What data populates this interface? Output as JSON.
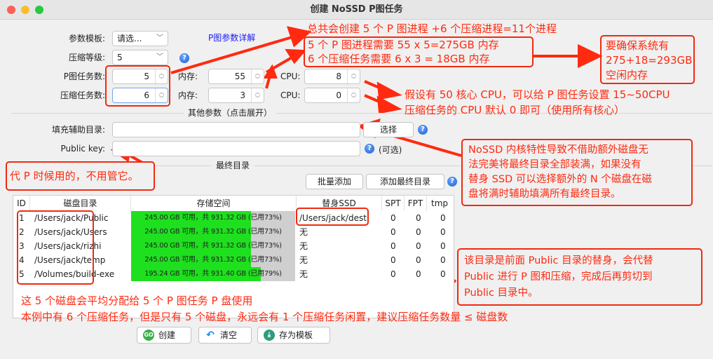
{
  "window": {
    "title": "创建 NoSSD P图任务"
  },
  "form": {
    "template_label": "参数模板:",
    "template_value": "请选...",
    "params_link": "P图参数详解",
    "compress_level_label": "压缩等级:",
    "compress_level_value": "5",
    "plot_tasks_label": "P图任务数:",
    "plot_tasks_value": "5",
    "plot_mem_label": "内存:",
    "plot_mem_value": "55",
    "plot_cpu_label": "CPU:",
    "plot_cpu_value": "8",
    "compress_tasks_label": "压缩任务数:",
    "compress_tasks_value": "6",
    "compress_mem_label": "内存:",
    "compress_mem_value": "3",
    "compress_cpu_label": "CPU:",
    "compress_cpu_value": "0",
    "other_params_title": "其他参数（点击展开）",
    "fill_dir_label": "填充辅助目录:",
    "fill_dir_value": "",
    "select_button": "选择",
    "public_key_label": "Public key:",
    "public_key_value": "",
    "optional": "(可选)",
    "final_dir_title": "最终目录",
    "batch_add_button": "批量添加",
    "add_final_button": "添加最终目录"
  },
  "table": {
    "columns": [
      "ID",
      "磁盘目录",
      "存储空间",
      "替身SSD",
      "SPT",
      "FPT",
      "tmp"
    ],
    "rows": [
      {
        "id": "1",
        "dir": "/Users/jack/Public",
        "space": "245.00 GB 可用，共 931.32 GB (已用73%)",
        "used": 73,
        "ssd": "/Users/jack/dest",
        "spt": "0",
        "fpt": "0",
        "tmp": "0"
      },
      {
        "id": "2",
        "dir": "/Users/jack/Users",
        "space": "245.00 GB 可用，共 931.32 GB (已用73%)",
        "used": 73,
        "ssd": "无",
        "spt": "0",
        "fpt": "0",
        "tmp": "0"
      },
      {
        "id": "3",
        "dir": "/Users/jack/rizhi",
        "space": "245.00 GB 可用，共 931.32 GB (已用73%)",
        "used": 73,
        "ssd": "无",
        "spt": "0",
        "fpt": "0",
        "tmp": "0"
      },
      {
        "id": "4",
        "dir": "/Users/jack/temp",
        "space": "245.00 GB 可用，共 931.32 GB (已用73%)",
        "used": 73,
        "ssd": "无",
        "spt": "0",
        "fpt": "0",
        "tmp": "0"
      },
      {
        "id": "5",
        "dir": "/Volumes/build-exe",
        "space": "195.24 GB 可用，共 931.40 GB (已用79%)",
        "used": 79,
        "ssd": "无",
        "spt": "0",
        "fpt": "0",
        "tmp": "0"
      }
    ]
  },
  "buttons": {
    "create": "创建",
    "clear": "清空",
    "save_template": "存为模板",
    "go_icon": "GO"
  },
  "annotations": {
    "total": "总共会创建 5 个 P 图进程 +6 个压缩进程=11个进程",
    "mem1": "5 个 P 图进程需要 55 x 5=275GB 内存",
    "mem2": "6 个压缩任务需要 6 x 3 = 18GB 内存",
    "ensure": [
      "要确保系统有",
      "275+18=293GB",
      "空闲内存"
    ],
    "cpu1": "假设有 50 核心 CPU，可以给 P 图任务设置 15~50CPU",
    "cpu2": "压缩任务的 CPU 默认 0 即可（使用所有核心）",
    "pubkey": "代 P 时候用的，不用管它。",
    "nossd": [
      "NoSSD 内核特性导致不借助额外磁盘无",
      "法完美将最终目录全部装满，如果没有",
      "替身 SSD 可以选择额外的 N 个磁盘在磁",
      "盘将满时辅助填满所有最终目录。"
    ],
    "ssd": [
      "该目录是前面 Public 目录的替身，会代替",
      "Public 进行 P 图和压缩，完成后再剪切到",
      "Public 目录中。"
    ],
    "disks1": "这 5 个磁盘会平均分配给 5 个 P 图任务 P 盘使用",
    "disks2": "本例中有 6 个压缩任务，但是只有 5 个磁盘，永远会有 1 个压缩任务闲置，建议压缩任务数量 ≤ 磁盘数"
  },
  "colors": {
    "annotation": "#ff2a10",
    "bar_free": "#1ee01e",
    "bar_used": "#cfcfcf",
    "link": "#1a1aff"
  }
}
